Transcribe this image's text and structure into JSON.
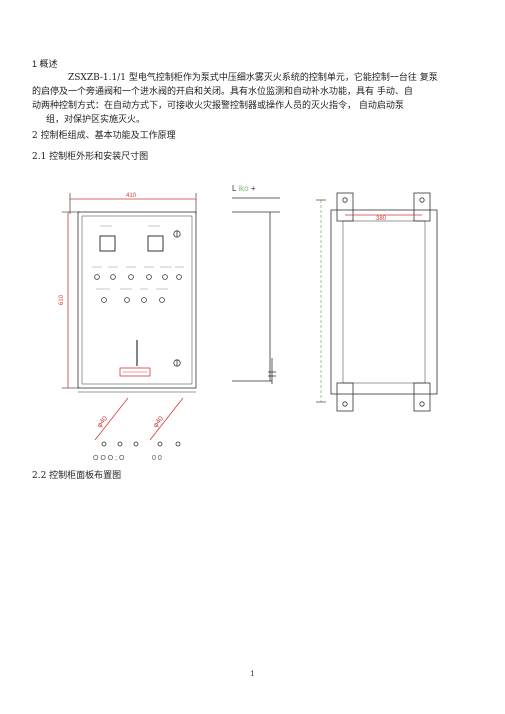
{
  "section1": {
    "heading": "1 概述",
    "para_line1": "ZSXZB-1.1/1 型电气控制柜作为泵式中压细水雾灭火系统的控制单元，它能控制一台往  复泵",
    "para_line2": "的启停及一个旁通阀和一个进水阀的开启和关闭。具有水位监测和自动补水功能，具有  手动、自",
    "para_line3": "动两种控制方式：在自动方式下，可接收火灾报警控制器或操作人员的灭火指令，  自动启动泵",
    "para_line4": "组，对保护区实施灭火。"
  },
  "section2": {
    "heading": "2 控制柜组成、基本功能及工作原理",
    "sub1": "2.1 控制柜外形和安装尺寸图",
    "sub2": "2.2 控制柜面板布置图"
  },
  "drawing": {
    "front_width_dim": "410",
    "front_height_dim": "610",
    "side_label_prefix": "L",
    "side_label_highlight": "iko",
    "side_label_suffix": "+",
    "back_width_dim": "380",
    "cable_label_1": "φ40",
    "cable_label_2": "φ40",
    "bottom_holes_text_left": "O O O ; O",
    "bottom_holes_text_right": "0     0",
    "accent_red": "#d33a3a",
    "accent_green": "#7cc06a"
  },
  "footer": {
    "page_number": "1"
  }
}
